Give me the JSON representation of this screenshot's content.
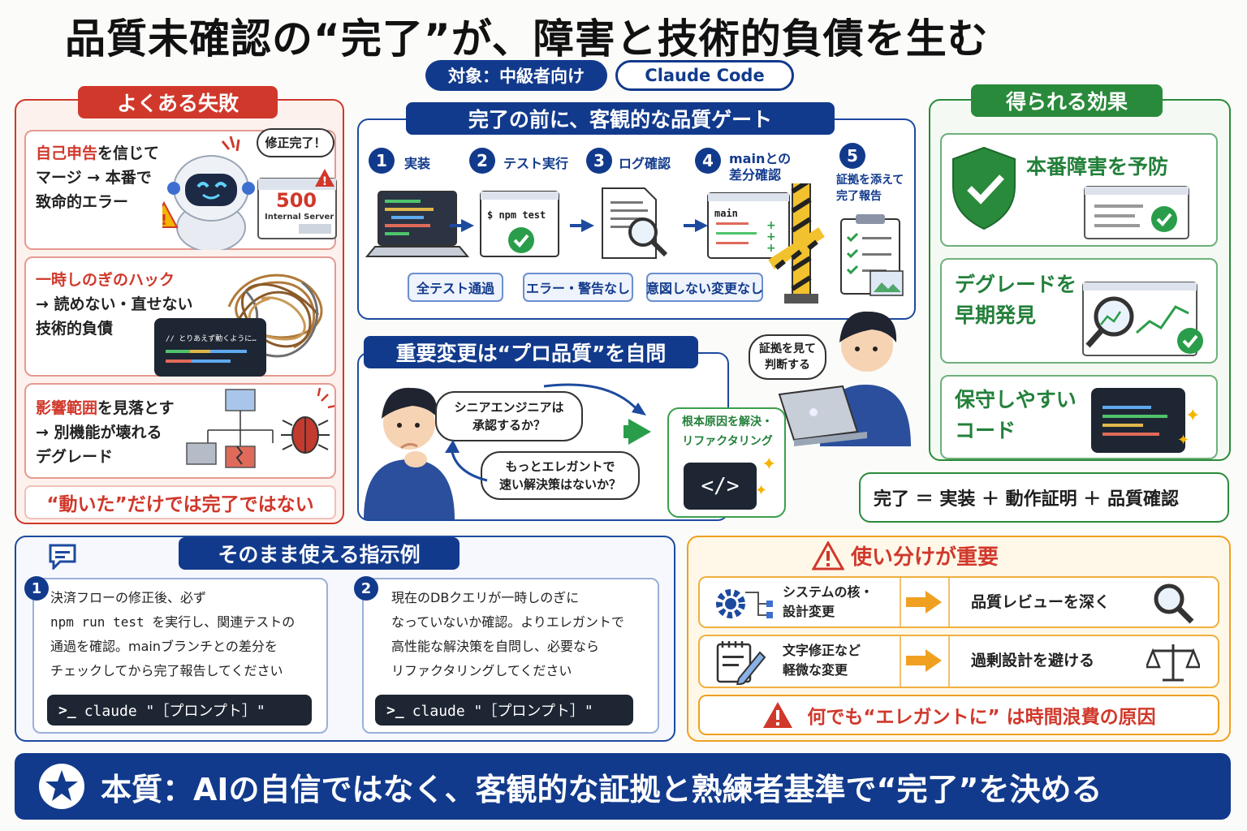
{
  "title": "品質未確認の“完了”が、障害と技術的負債を生む",
  "badges": {
    "audience": "対象：中級者向け",
    "tool": "Claude Code"
  },
  "failures": {
    "header": "よくある失敗",
    "items": [
      {
        "lead": "自己申告",
        "line1_rest": "を信じて",
        "line2": "マージ → 本番で",
        "line3": "致命的エラー",
        "bubble": "修正完了！",
        "error_code": "500",
        "error_text": "Internal Server"
      },
      {
        "lead": "一時しのぎのハック",
        "line2": "→ 読めない・直せない",
        "line3": "技術的負債",
        "code_comment": "// とりあえず動くように…"
      },
      {
        "lead": "影響範囲",
        "line1_rest": "を見落とす",
        "line2": "→ 別機能が壊れる",
        "line3": "デグレード"
      }
    ],
    "footer": "“動いた”だけでは完了ではない"
  },
  "gate": {
    "header": "完了の前に、客観的な品質ゲート",
    "steps": [
      {
        "n": "1",
        "label": "実装"
      },
      {
        "n": "2",
        "label": "テスト実行"
      },
      {
        "n": "3",
        "label": "ログ確認"
      },
      {
        "n": "4",
        "label": "mainとの\n差分確認"
      },
      {
        "n": "5",
        "label": "証拠を添えて\n完了報告"
      }
    ],
    "npm_label": "$ npm test",
    "main_label": "main",
    "tags": [
      "全テスト通過",
      "エラー・警告なし",
      "意図しない変更なし"
    ],
    "judge_bubble": "証拠を見て\n判断する"
  },
  "pro": {
    "header": "重要変更は“プロ品質”を自問",
    "bubble1": "シニアエンジニアは\n承認するか？",
    "bubble2": "もっとエレガントで\n速い解決策はないか？",
    "result": "根本原因を解決・\nリファクタリング",
    "code_glyph": "</>"
  },
  "effects": {
    "header": "得られる効果",
    "items": [
      "本番障害を予防",
      "デグレードを\n早期発見",
      "保守しやすい\nコード"
    ],
    "formula": "完了 ＝ 実装 ＋ 動作証明 ＋ 品質確認"
  },
  "examples": {
    "header": "そのまま使える指示例",
    "items": [
      {
        "n": "1",
        "lines": [
          "決済フローの修正後、必ず",
          "npm run test を実行し、関連テストの",
          "通過を確認。mainブランチとの差分を",
          "チェックしてから完了報告してください"
        ],
        "cmd": "claude \"［プロンプト］\""
      },
      {
        "n": "2",
        "lines": [
          "現在のDBクエリが一時しのぎに",
          "なっていないか確認。よりエレガントで",
          "高性能な解決策を自問し、必要なら",
          "リファクタリングしてください"
        ],
        "cmd": "claude \"［プロンプト］\""
      }
    ],
    "prompt_glyph": ">_"
  },
  "usage": {
    "header": "使い分けが重要",
    "rows": [
      {
        "left": "システムの核・\n設計変更",
        "right": "品質レビューを深く"
      },
      {
        "left": "文字修正など\n軽微な変更",
        "right": "過剰設計を避ける"
      }
    ],
    "warning": "何でも“エレガントに” は時間浪費の原因"
  },
  "essence": "本質：AIの自信ではなく、客観的な証拠と熟練者基準で“完了”を決める",
  "colors": {
    "navy": "#123a8c",
    "red": "#d0382b",
    "green": "#2a8a3b",
    "orange": "#f0a020"
  }
}
